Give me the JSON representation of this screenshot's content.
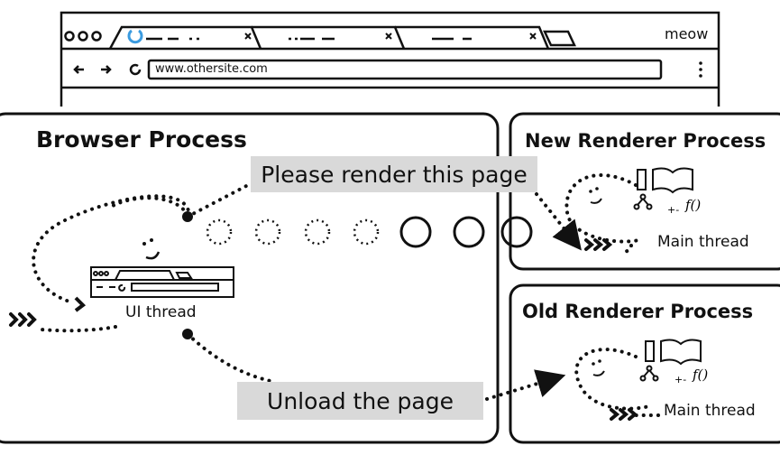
{
  "browser_window": {
    "tabs": [
      {
        "label_icon": "loading-spinner-icon"
      },
      {},
      {}
    ],
    "profile_name": "meow",
    "address": "www.othersite.com",
    "accent_color": "#3b9be0"
  },
  "browser_process": {
    "title": "Browser Process",
    "thread_label": "UI thread",
    "message_render": "Please render this page",
    "message_unload": "Unload the page"
  },
  "new_renderer": {
    "title": "New Renderer Process",
    "thread_label": "Main thread"
  },
  "old_renderer": {
    "title": "Old Renderer Process",
    "thread_label": "Main thread"
  },
  "colors": {
    "message_box": "#d9d9d9",
    "stroke": "#111111"
  }
}
